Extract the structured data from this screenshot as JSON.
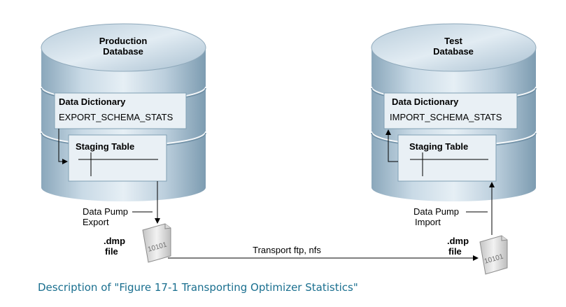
{
  "production": {
    "title_line1": "Production",
    "title_line2": "Database",
    "dictionary_title": "Data Dictionary",
    "dictionary_procedure": "EXPORT_SCHEMA_STATS",
    "staging_title": "Staging Table",
    "pump_label_line1": "Data Pump",
    "pump_label_line2": "Export",
    "file_label_line1": ".dmp",
    "file_label_line2": "file",
    "file_icon_text": "10101"
  },
  "test": {
    "title_line1": "Test",
    "title_line2": "Database",
    "dictionary_title": "Data Dictionary",
    "dictionary_procedure": "IMPORT_SCHEMA_STATS",
    "staging_title": "Staging Table",
    "pump_label_line1": "Data Pump",
    "pump_label_line2": "Import",
    "file_label_line1": ".dmp",
    "file_label_line2": "file",
    "file_icon_text": "10101"
  },
  "transport_label": "Transport ftp, nfs",
  "caption": "Description of \"Figure 17-1 Transporting Optimizer Statistics\"",
  "colors": {
    "cylinder_light": "#dfeaf2",
    "cylinder_dark": "#7f9fb4",
    "box_fill": "#e9f0f5",
    "line": "#000000",
    "caption_link": "#1a6f8f"
  }
}
